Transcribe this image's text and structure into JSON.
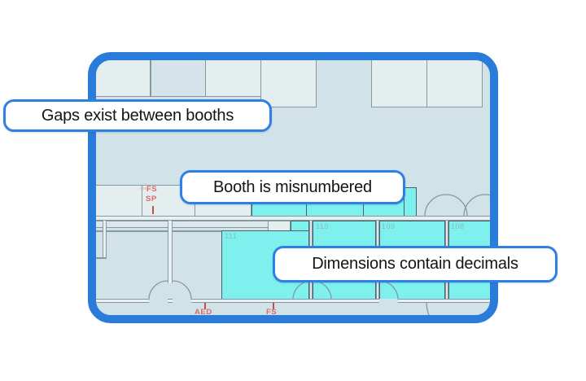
{
  "callouts": {
    "gaps": "Gaps exist between booths",
    "misnumbered": "Booth is misnumbered",
    "decimals": "Dimensions contain decimals"
  },
  "floorplan": {
    "booths": {
      "b111": "111",
      "b110": "110",
      "b109": "109",
      "b108": "108"
    },
    "markers": {
      "fs_mid": "FS",
      "sp_mid": "SP",
      "aed_bottom": "AED",
      "fs_bottom": "FS"
    }
  },
  "colors": {
    "frame_blue": "#2a7cdb",
    "callout_border_blue": "#2f80e4",
    "plan_background": "#d2e2e9",
    "booth_light_fill": "#e4eeef",
    "booth_highlight_cyan": "#7ef0ee",
    "wall_gray": "#8798a0",
    "marker_red": "#d96b68",
    "booth_number_gray": "#8fb9ba"
  }
}
